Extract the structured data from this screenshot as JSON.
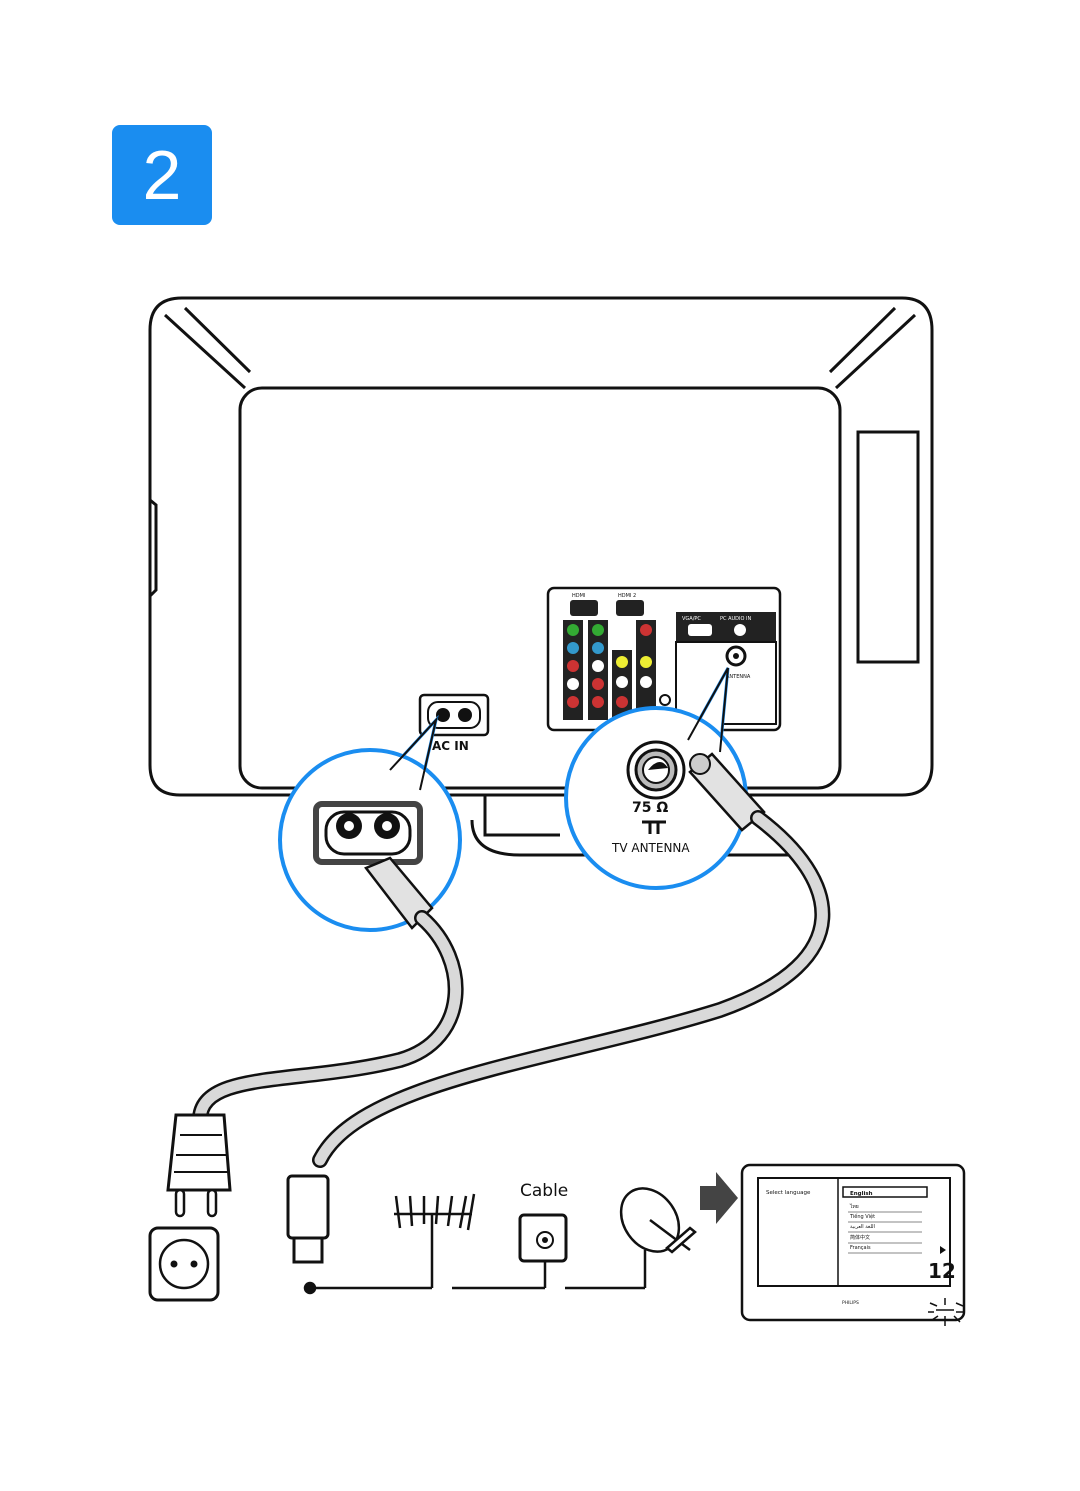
{
  "step": {
    "number": "2"
  },
  "tv_back": {
    "ac_label": "AC IN",
    "ports": {
      "hdmi1": "HDMI",
      "hdmi2": "HDMI 2",
      "vga": "VGA/PC",
      "pc_audio": "PC AUDIO IN",
      "antenna_small": "ANTENNA"
    }
  },
  "callouts": {
    "antenna_ohm": "75 Ω",
    "antenna_label": "TV ANTENNA"
  },
  "sources": {
    "cable_label": "Cable"
  },
  "screen": {
    "title": "Select language",
    "languages": [
      "English",
      "ไทย",
      "Tiếng Việt",
      "اللغة العربية",
      "简体中文",
      "Français"
    ],
    "selected_index": 0,
    "brand": "PHILIPS",
    "clock": "12"
  },
  "colors": {
    "accent": "#1a8df0",
    "outline": "#111111",
    "cable": "#d9d9d9"
  }
}
